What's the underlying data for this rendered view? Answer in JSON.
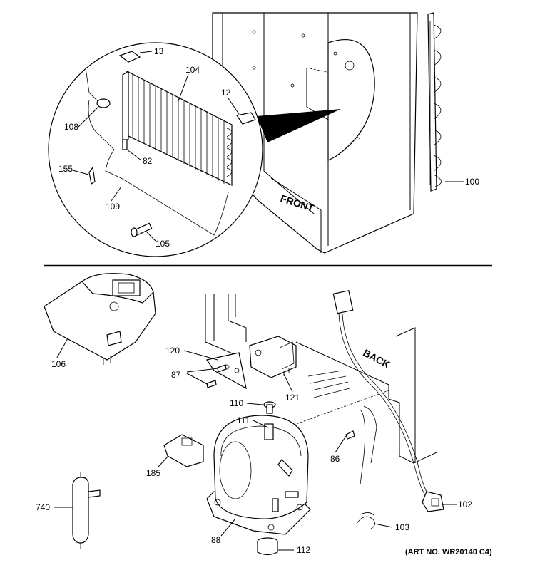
{
  "labels": {
    "p13": "13",
    "p104": "104",
    "p12": "12",
    "p108": "108",
    "p82": "82",
    "p155": "155",
    "p109": "109",
    "p105": "105",
    "p100": "100",
    "p106": "106",
    "p120": "120",
    "p87": "87",
    "p121": "121",
    "p110": "110",
    "p111": "111",
    "p86": "86",
    "p102": "102",
    "p185": "185",
    "p103": "103",
    "p740": "740",
    "p88": "88",
    "p112": "112"
  },
  "text": {
    "front": "FRONT",
    "back": "BACK",
    "art_no": "(ART NO. WR20140 C4)"
  }
}
